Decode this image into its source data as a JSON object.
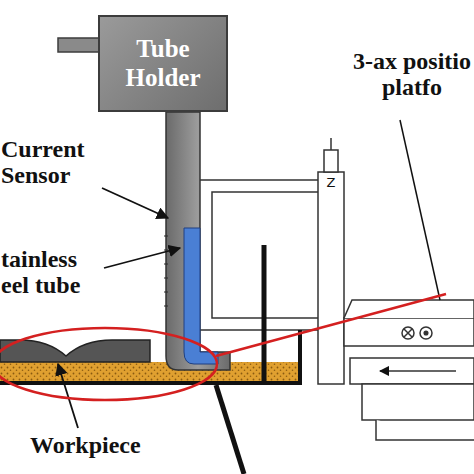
{
  "diagram": {
    "nodes": [
      {
        "text": [
          "Tube Holder"
        ]
      }
    ],
    "labels": [
      "Current Sensor",
      "tainless eel tube",
      "Workpiece",
      "3-ax positio platfo",
      "Z"
    ]
  }
}
